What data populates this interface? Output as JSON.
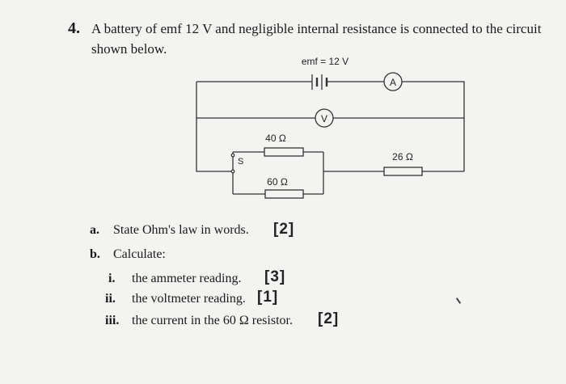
{
  "question": {
    "number": "4.",
    "text": "A battery of emf 12 V and negligible internal resistance is connected to the circuit shown below."
  },
  "circuit": {
    "emf_label": "emf = 12 V",
    "ammeter_label": "A",
    "voltmeter_label": "V",
    "switch_label": "S",
    "r1_label": "40 Ω",
    "r2_label": "60 Ω",
    "r3_label": "26 Ω"
  },
  "parts": {
    "a": {
      "label": "a.",
      "text": "State Ohm's law in words.",
      "mark": "[2]"
    },
    "b": {
      "label": "b.",
      "text": "Calculate:",
      "items": [
        {
          "label": "i.",
          "text": "the ammeter reading.",
          "mark": "[3]"
        },
        {
          "label": "ii.",
          "text": "the voltmeter reading.",
          "mark": "[1]"
        },
        {
          "label": "iii.",
          "text": "the current in the 60 Ω resistor.",
          "mark": "[2]"
        }
      ]
    }
  }
}
